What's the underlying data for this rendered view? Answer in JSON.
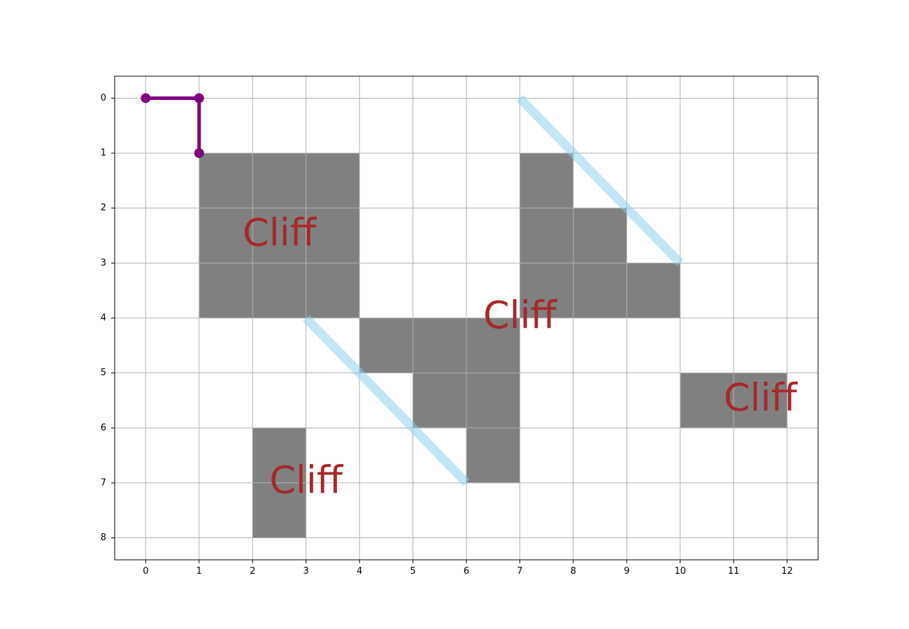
{
  "chart_data": {
    "type": "grid-world",
    "title": "",
    "x_ticks": [
      "0",
      "1",
      "2",
      "3",
      "4",
      "5",
      "6",
      "7",
      "8",
      "9",
      "10",
      "11",
      "12"
    ],
    "y_ticks": [
      "0",
      "1",
      "2",
      "3",
      "4",
      "5",
      "6",
      "7",
      "8"
    ],
    "xlim": [
      -0.58,
      12.58
    ],
    "ylim": [
      8.4,
      -0.4
    ],
    "grid": true,
    "y_axis_inverted": true,
    "cliff_cells": [
      [
        1,
        1
      ],
      [
        2,
        1
      ],
      [
        3,
        1
      ],
      [
        1,
        2
      ],
      [
        2,
        2
      ],
      [
        3,
        2
      ],
      [
        1,
        3
      ],
      [
        2,
        3
      ],
      [
        3,
        3
      ],
      [
        7,
        1
      ],
      [
        7,
        2
      ],
      [
        8,
        2
      ],
      [
        7,
        3
      ],
      [
        8,
        3
      ],
      [
        9,
        3
      ],
      [
        4,
        4
      ],
      [
        5,
        4
      ],
      [
        6,
        4
      ],
      [
        5,
        5
      ],
      [
        6,
        5
      ],
      [
        6,
        6
      ],
      [
        10,
        5
      ],
      [
        11,
        5
      ],
      [
        2,
        6
      ],
      [
        2,
        7
      ]
    ],
    "cliff_labels": [
      {
        "text": "Cliff",
        "x": 2.5,
        "y": 2.5
      },
      {
        "text": "Cliff",
        "x": 7,
        "y": 4
      },
      {
        "text": "Cliff",
        "x": 11.5,
        "y": 5.5
      },
      {
        "text": "Cliff",
        "x": 3,
        "y": 7
      }
    ],
    "wind_lines": [
      {
        "from": [
          7,
          0
        ],
        "to": [
          10,
          3
        ]
      },
      {
        "from": [
          3,
          4
        ],
        "to": [
          6,
          7
        ]
      }
    ],
    "agent_path": [
      [
        0,
        0
      ],
      [
        1,
        0
      ],
      [
        1,
        1
      ]
    ],
    "colors": {
      "cliff": "#808080",
      "cliff_label": "#a52a2a",
      "wind": "#87ceeb",
      "path": "#800080",
      "grid": "#b0b0b0",
      "axis": "#000000"
    }
  }
}
